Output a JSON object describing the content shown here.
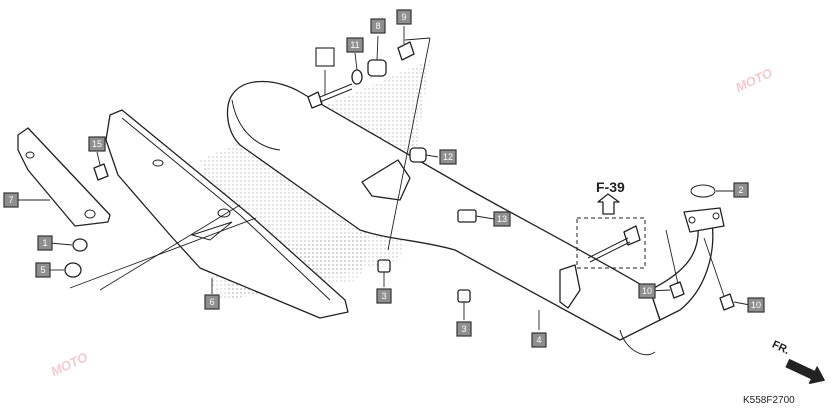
{
  "diagram": {
    "reference_label": "F-39",
    "direction_label": "FR.",
    "drawing_code": "K558F2700",
    "watermark_text": "MOTO",
    "callouts": [
      {
        "id": "c1",
        "number": "1"
      },
      {
        "id": "c2",
        "number": "2"
      },
      {
        "id": "c3a",
        "number": "3"
      },
      {
        "id": "c3b",
        "number": "3"
      },
      {
        "id": "c4",
        "number": "4"
      },
      {
        "id": "c5",
        "number": "5"
      },
      {
        "id": "c6",
        "number": "6"
      },
      {
        "id": "c7",
        "number": "7"
      },
      {
        "id": "c8",
        "number": "8"
      },
      {
        "id": "c9",
        "number": "9"
      },
      {
        "id": "c10a",
        "number": "10"
      },
      {
        "id": "c10b",
        "number": "10"
      },
      {
        "id": "c11",
        "number": "11"
      },
      {
        "id": "c12",
        "number": "12"
      },
      {
        "id": "c13",
        "number": "13"
      },
      {
        "id": "c15",
        "number": "15"
      },
      {
        "id": "cblank",
        "number": ""
      }
    ]
  }
}
